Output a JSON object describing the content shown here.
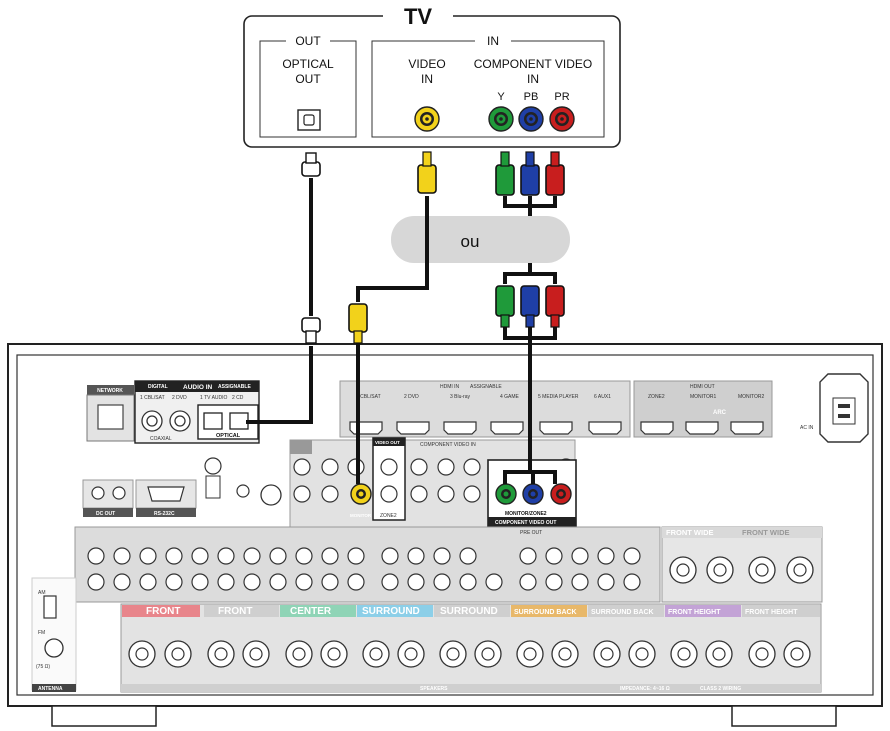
{
  "tv": {
    "title": "TV",
    "out_group": "OUT",
    "in_group": "IN",
    "optical_out": [
      "OPTICAL",
      "OUT"
    ],
    "video_in": [
      "VIDEO",
      "IN"
    ],
    "component_video_in": [
      "COMPONENT VIDEO",
      "IN"
    ],
    "y": "Y",
    "pb": "PB",
    "pr": "PR"
  },
  "middle": {
    "or_label": "ou"
  },
  "receiver": {
    "network": "NETWORK",
    "digital": "DIGITAL",
    "audio_in": "AUDIO IN",
    "assignable": "ASSIGNABLE",
    "cbl_sat": "1 CBL/SAT",
    "dvd": "2 DVD",
    "tv_audio": "1 TV AUDIO",
    "cd": "2 CD",
    "coaxial": "COAXIAL",
    "optical": "OPTICAL",
    "hdmi_in": "HDMI IN",
    "hdmi_inputs": [
      "1 CBL/SAT",
      "2 DVD",
      "3 Blu-ray",
      "4 GAME",
      "5 MEDIA PLAYER",
      "6 AUX1"
    ],
    "hdmi_out": "HDMI OUT",
    "hdmi_out_labels": [
      "ZONE2",
      "MONITOR1",
      "MONITOR2"
    ],
    "arc": "ARC",
    "ac_in": "AC IN",
    "dc_out": "DC OUT",
    "rs232c": "RS-232C",
    "video_out": "VIDEO OUT",
    "monitor": "MONITOR",
    "zone2": "ZONE2",
    "component_video_in": "COMPONENT VIDEO IN",
    "component_video_out": "COMPONENT VIDEO OUT",
    "monitor_zone2": "MONITOR/ZONE2",
    "pre_out": "PRE OUT",
    "speakers": "SPEAKERS",
    "antenna": "ANTENNA",
    "am": "AM",
    "fm": "FM",
    "fm_ohm": "(75 Ω)",
    "impedance": "IMPEDANCE: 4~16 Ω",
    "class2": "CLASS 2 WIRING",
    "speaker_bands": [
      "FRONT",
      "FRONT",
      "CENTER",
      "SURROUND",
      "SURROUND",
      "SURROUND BACK",
      "SURROUND BACK",
      "FRONT HEIGHT",
      "FRONT HEIGHT"
    ],
    "front_wide": [
      "FRONT WIDE",
      "FRONT WIDE"
    ],
    "band_colors": {
      "front": "#e8858b",
      "center": "#8fd4b6",
      "surround": "#8ccfe8",
      "surround_back": "#e8b86a",
      "front_height": "#c3a3d6",
      "neutral": "#cfcfcf"
    }
  },
  "colors": {
    "green": "#1f9a3a",
    "blue": "#1f3fa6",
    "red": "#c81e1e",
    "yellow": "#f2d21b",
    "cable": "#111111"
  }
}
